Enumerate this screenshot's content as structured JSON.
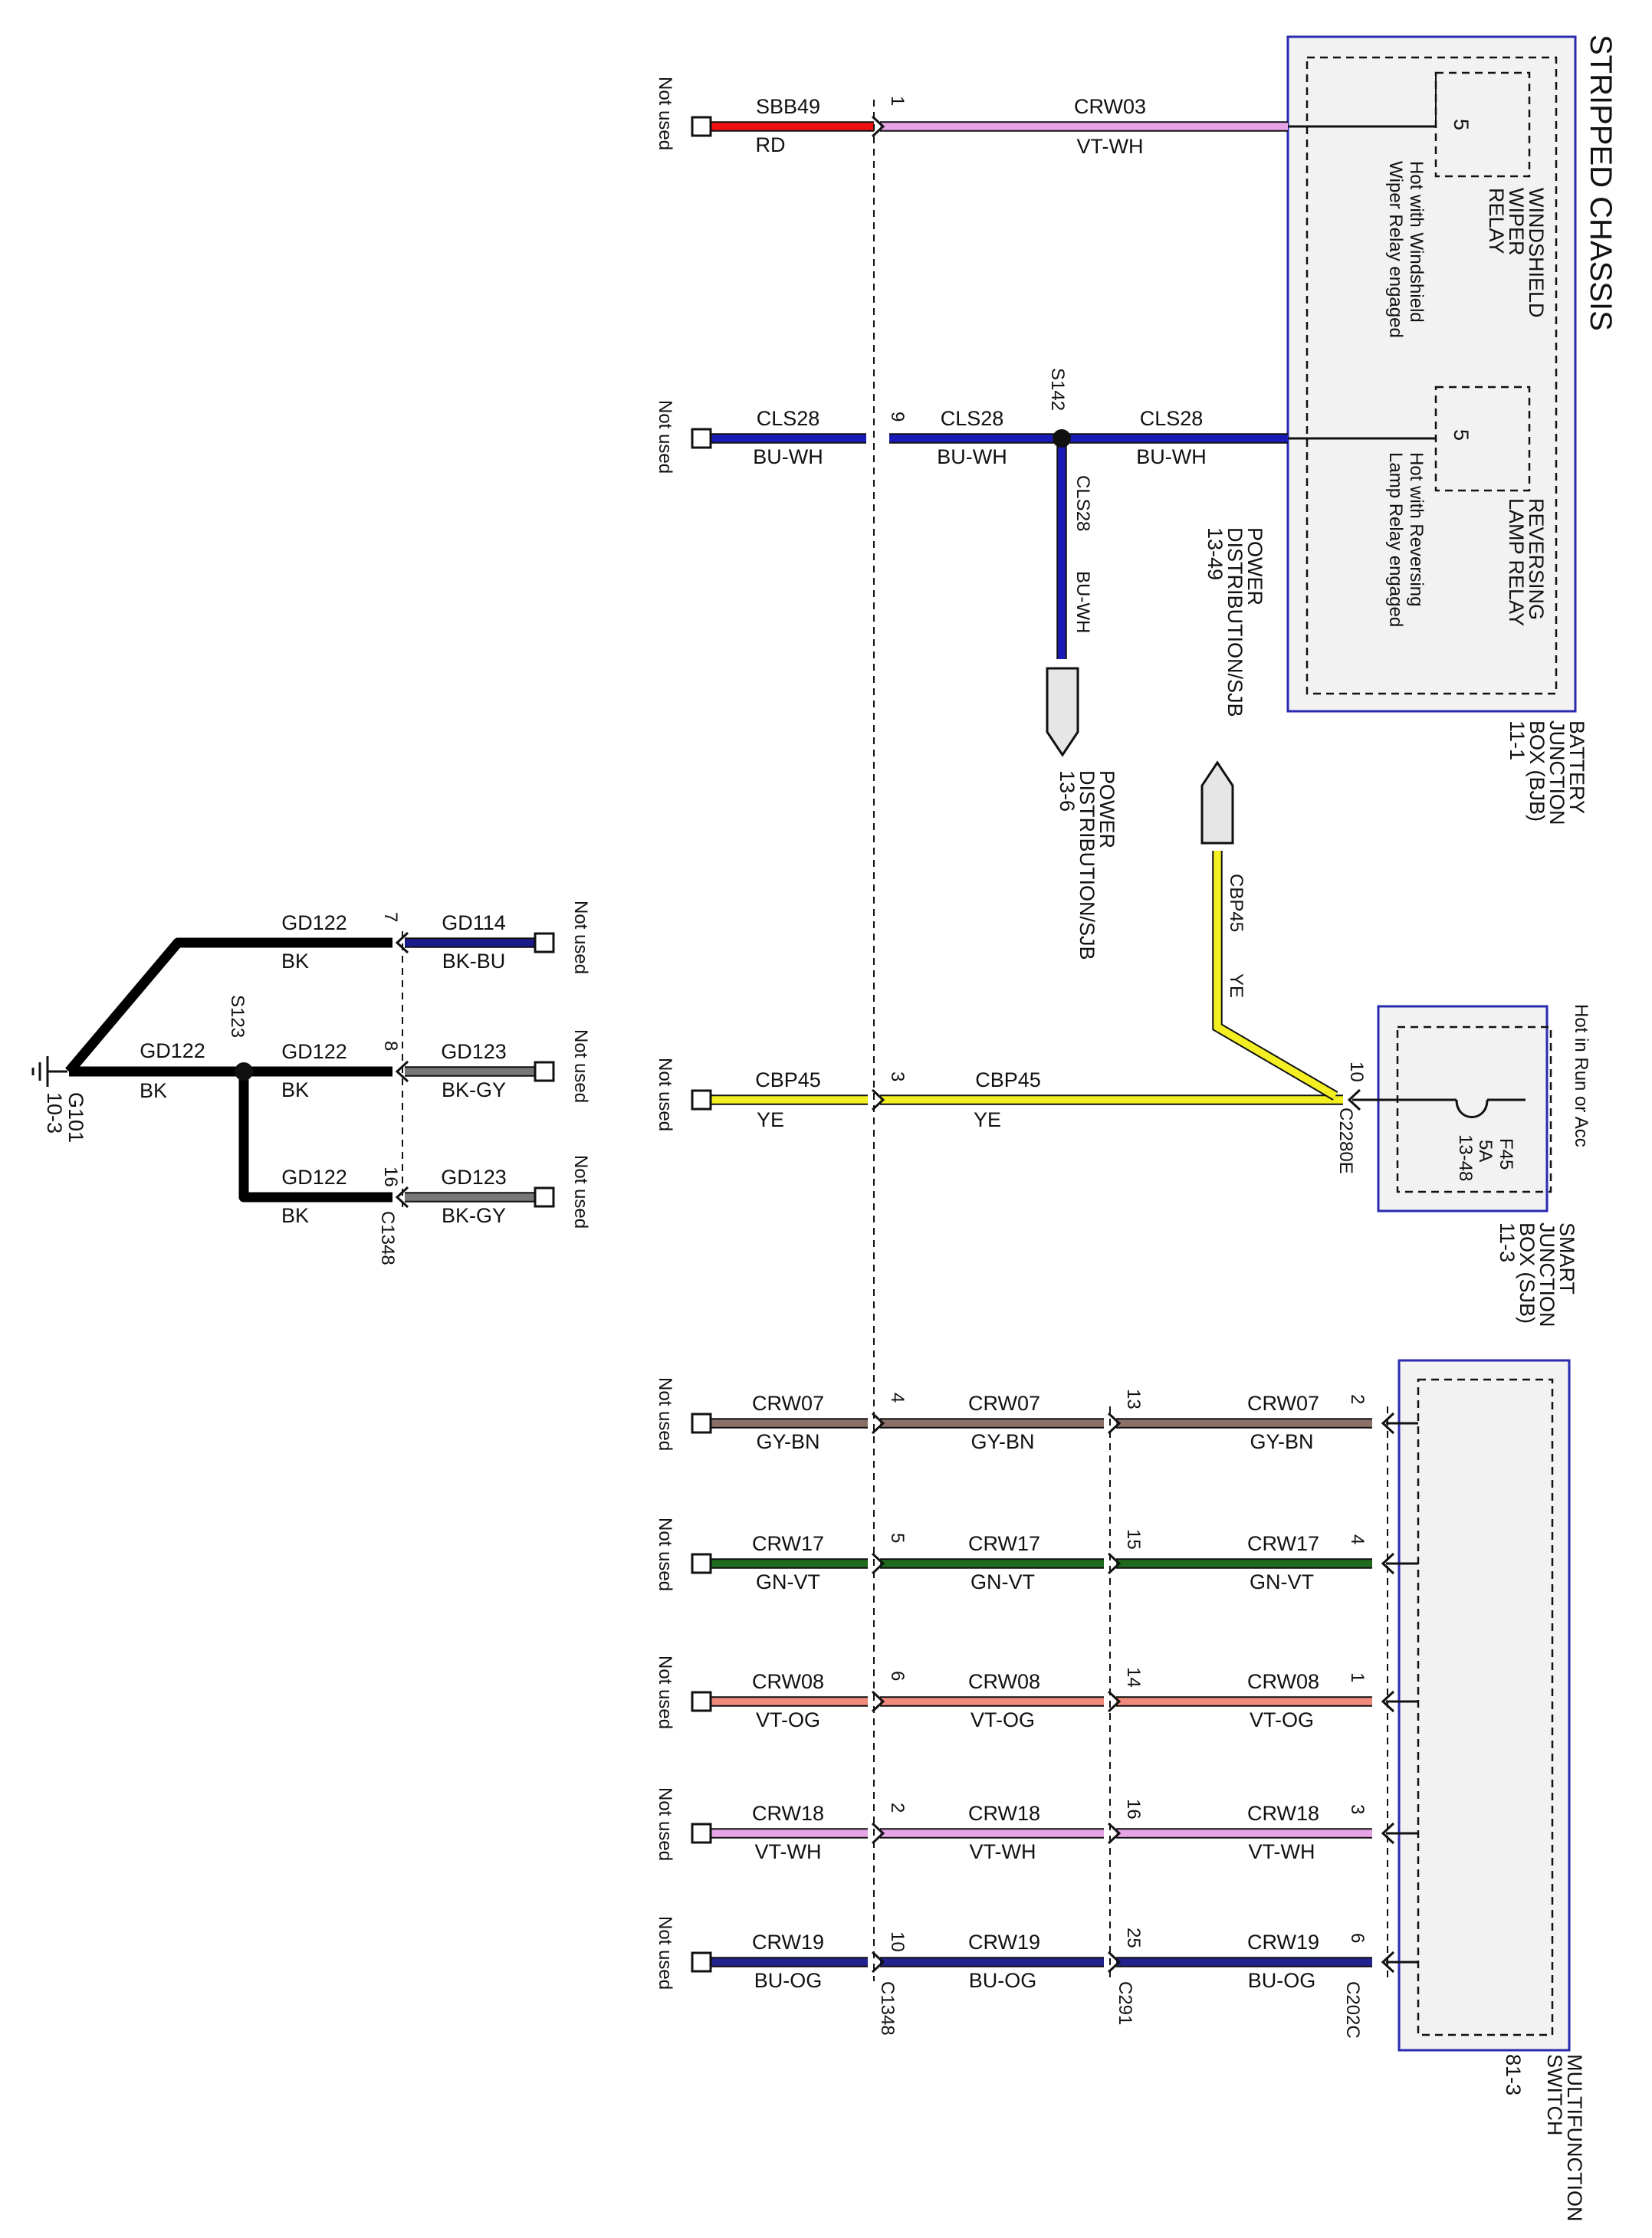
{
  "page_title": "STRIPPED CHASSIS",
  "not_used": "Not used",
  "components": {
    "bjb": {
      "name": [
        "BATTERY",
        "JUNCTION",
        "BOX (BJB)"
      ],
      "ref": "11-1"
    },
    "sjb": {
      "name": [
        "SMART",
        "JUNCTION",
        "BOX (SJB)"
      ],
      "ref": "11-3",
      "note": "Hot in Run or Acc"
    },
    "mfs": {
      "name": [
        "MULTIFUNCTION",
        "SWITCH"
      ],
      "ref": "81-3"
    },
    "wiper_relay": {
      "name": [
        "WINDSHIELD",
        "WIPER",
        "RELAY"
      ],
      "pin": "5",
      "note": [
        "Hot with Windshield",
        "Wiper Relay engaged"
      ]
    },
    "reversing_relay": {
      "name": [
        "REVERSING",
        "LAMP RELAY"
      ],
      "pin": "5",
      "note": [
        "Hot with Reversing",
        "Lamp Relay engaged"
      ]
    },
    "fuse": {
      "name": "F45",
      "rating": "5A",
      "ref": "13-48"
    },
    "pd_bottom": {
      "name": [
        "POWER",
        "DISTRIBUTION/SJB"
      ],
      "ref": "13-6"
    },
    "pd_top": {
      "name": [
        "POWER",
        "DISTRIBUTION/SJB"
      ],
      "ref": "13-49"
    },
    "splice_s142": "S142",
    "splice_s123": "S123",
    "ground": {
      "name": "G101",
      "ref": "10-3"
    }
  },
  "connectors": {
    "c1348": "C1348",
    "c291": "C291",
    "c202c": "C202C",
    "c2280e": "C2280E"
  },
  "circuits": {
    "sbb49": {
      "seg1": {
        "circuit": "SBB49",
        "color": "RD"
      },
      "pin1": "1",
      "seg2": {
        "circuit": "CRW03",
        "color": "VT-WH"
      }
    },
    "cls28": {
      "seg1": {
        "circuit": "CLS28",
        "color": "BU-WH"
      },
      "pin1": "9",
      "seg2": {
        "circuit": "CLS28",
        "color": "BU-WH"
      },
      "seg3": {
        "circuit": "CLS28",
        "color": "BU-WH"
      },
      "branch": {
        "circuit": "CLS28",
        "color": "BU-WH"
      }
    },
    "cbp45": {
      "seg1": {
        "circuit": "CBP45",
        "color": "YE"
      },
      "pin1": "3",
      "seg2": {
        "circuit": "CBP45",
        "color": "YE"
      },
      "pin2": "10",
      "branch": {
        "circuit": "CBP45",
        "color": "YE"
      }
    },
    "mfs_rows": [
      {
        "circuit": "CRW07",
        "color": "GY-BN",
        "pin1": "4",
        "pin2": "13",
        "pin3": "2"
      },
      {
        "circuit": "CRW17",
        "color": "GN-VT",
        "pin1": "5",
        "pin2": "15",
        "pin3": "4"
      },
      {
        "circuit": "CRW08",
        "color": "VT-OG",
        "pin1": "6",
        "pin2": "14",
        "pin3": "1"
      },
      {
        "circuit": "CRW18",
        "color": "VT-WH",
        "pin1": "2",
        "pin2": "16",
        "pin3": "3"
      },
      {
        "circuit": "CRW19",
        "color": "BU-OG",
        "pin1": "10",
        "pin2": "25",
        "pin3": "6"
      }
    ],
    "ground_rows": [
      {
        "in_circuit": "GD114",
        "in_color": "BK-BU",
        "pin": "7",
        "out_circuit": "GD122",
        "out_color": "BK"
      },
      {
        "in_circuit": "GD123",
        "in_color": "BK-GY",
        "pin": "8",
        "out_circuit": "GD122",
        "out_color": "BK"
      },
      {
        "in_circuit": "GD123",
        "in_color": "BK-GY",
        "pin": "16",
        "out_circuit": "GD122",
        "out_color": "BK"
      }
    ],
    "ground_main": {
      "circuit": "GD122",
      "color": "BK"
    }
  },
  "wire_colors": {
    "RD": "#ee1111",
    "VT-WH": "#e7a4e7",
    "BU-WH": "#1a1ab8",
    "YE": "#f3ef22",
    "GY-BN": "#8a7068",
    "GN-VT": "#1f6a1f",
    "VT-OG": "#f08a7c",
    "BU-OG": "#232390",
    "BK": "#000000",
    "BK-BU": "#1a1a8a",
    "BK-GY": "#777777"
  }
}
